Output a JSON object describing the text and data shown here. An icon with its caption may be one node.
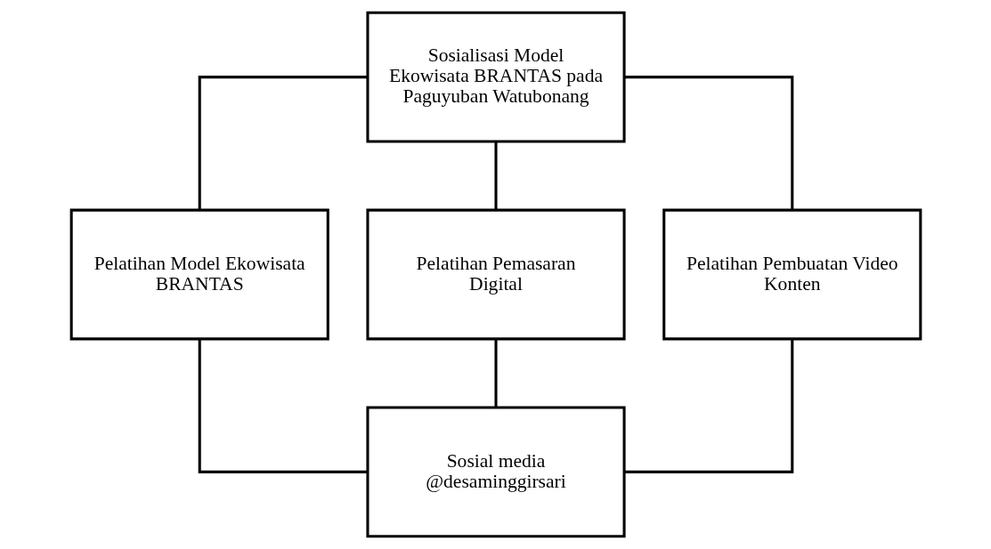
{
  "diagram": {
    "nodes": [
      {
        "text": [
          "Sosialisasi Model Ekowisata BRANTAS pada Paguyuban Watubonang"
        ]
      },
      {
        "text": [
          "Pelatihan Model Ekowisata BRANTAS"
        ]
      },
      {
        "text": [
          "Pelatihan Pemasaran Digital"
        ]
      },
      {
        "text": [
          "Pelatihan Pembuatan Video Konten"
        ]
      },
      {
        "text": [
          "Sosial media @desaminggirsari"
        ]
      }
    ],
    "edges": [
      {
        "from": 0,
        "to": 1,
        "arrow": "none"
      },
      {
        "from": 0,
        "to": 2,
        "arrow": "none"
      },
      {
        "from": 0,
        "to": 3,
        "arrow": "none"
      },
      {
        "from": 1,
        "to": 4,
        "arrow": "none"
      },
      {
        "from": 2,
        "to": 4,
        "arrow": "none"
      },
      {
        "from": 3,
        "to": 4,
        "arrow": "none"
      }
    ]
  }
}
